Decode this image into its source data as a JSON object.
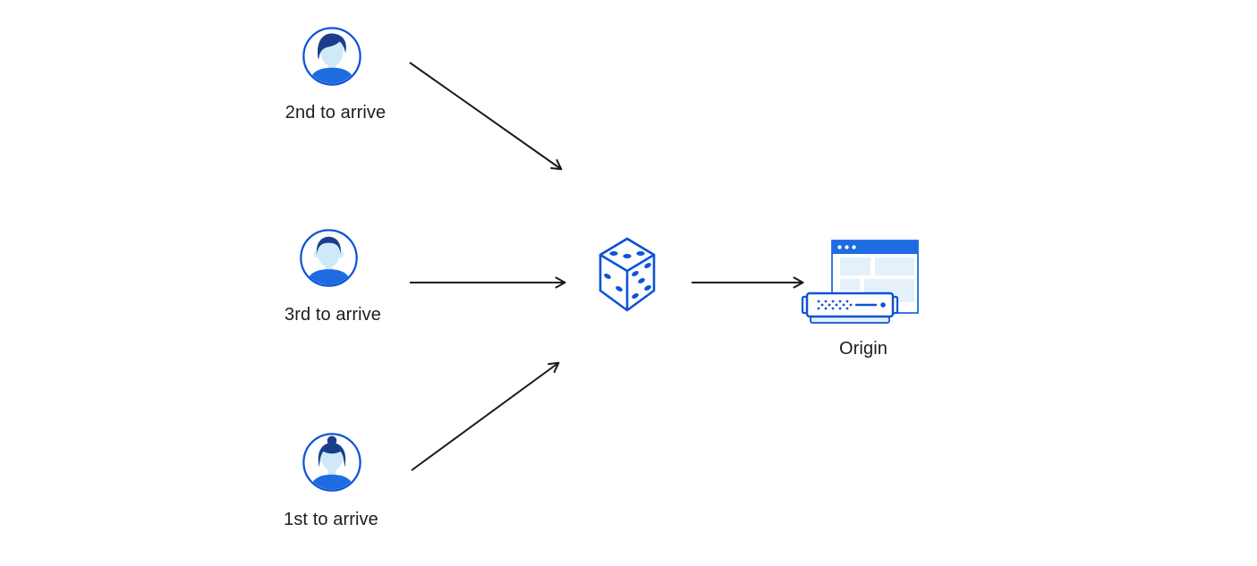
{
  "diagram": {
    "users": [
      {
        "label": "2nd to arrive",
        "icon": "user-avatar-male-swoosh-hair-icon"
      },
      {
        "label": "3rd to arrive",
        "icon": "user-avatar-male-short-hair-icon"
      },
      {
        "label": "1st to arrive",
        "icon": "user-avatar-female-bun-hair-icon"
      }
    ],
    "selector_icon": "dice-icon",
    "origin": {
      "label": "Origin",
      "icon": "origin-server-browser-icon"
    },
    "arrows": [
      {
        "from": "user-2nd-to-arrive",
        "to": "dice"
      },
      {
        "from": "user-3rd-to-arrive",
        "to": "dice"
      },
      {
        "from": "user-1st-to-arrive",
        "to": "dice"
      },
      {
        "from": "dice",
        "to": "origin"
      }
    ],
    "colors": {
      "stroke_blue": "#0d53d8",
      "mid_blue": "#1e6be2",
      "navy": "#1b3e8c",
      "face_blue": "#cfe9f8",
      "panel_blue": "#e4f0fa",
      "arrow_black": "#1a1a1a",
      "text": "#1d1d1f",
      "background": "#ffffff"
    }
  }
}
